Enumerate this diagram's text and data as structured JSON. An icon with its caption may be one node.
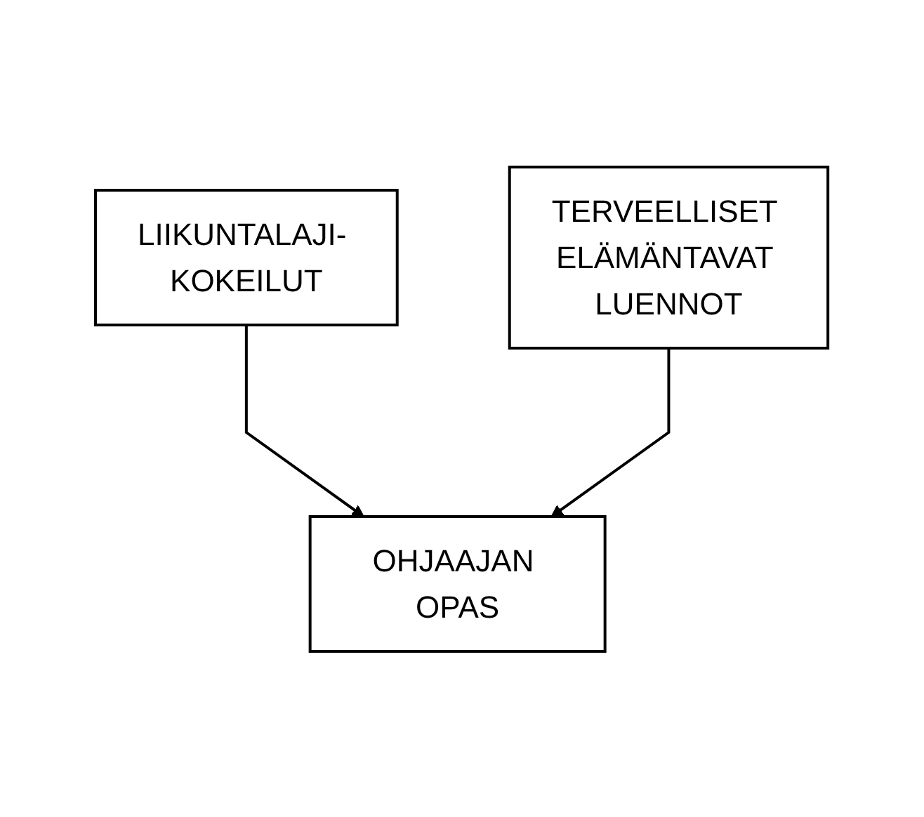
{
  "diagram": {
    "nodes": [
      {
        "text": [
          "LIIKUNTALAJI- KOKEILUT"
        ]
      },
      {
        "text": [
          "TERVEELLISET ELÄMÄNTAVAT LUENNOT"
        ]
      },
      {
        "text": [
          "OHJAAJAN OPAS"
        ]
      }
    ],
    "edges": [
      {
        "from": 0,
        "to": 2,
        "arrow": "to"
      },
      {
        "from": 1,
        "to": 2,
        "arrow": "to"
      }
    ]
  }
}
